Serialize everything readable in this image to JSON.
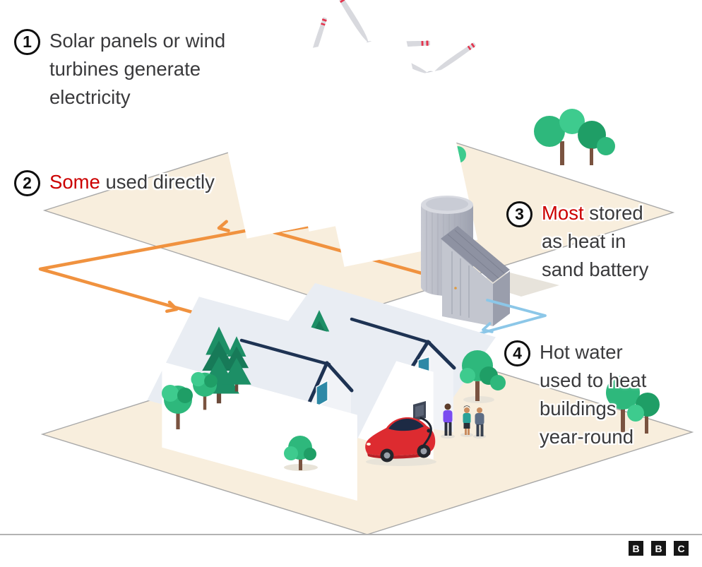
{
  "steps": [
    {
      "number": "1",
      "highlight": "",
      "text": "Solar panels or wind\nturbines generate\nelectricity"
    },
    {
      "number": "2",
      "highlight": "Some",
      "text": " used directly"
    },
    {
      "number": "3",
      "highlight": "Most",
      "text": " stored\nas heat in\nsand battery"
    },
    {
      "number": "4",
      "highlight": "",
      "text": "Hot water\nused to heat\nbuildings\nyear-round"
    }
  ],
  "footer": {
    "logo": [
      "B",
      "B",
      "C"
    ]
  },
  "colors": {
    "accent_orange": "#f0923f",
    "accent_blue": "#8cc7e8",
    "highlight_red": "#cc0000",
    "text_dark": "#3a3a3c",
    "roof_teal": "#1b7e95",
    "panel_blue": "#4a7ed2",
    "ground_beige": "#f8eedd"
  }
}
